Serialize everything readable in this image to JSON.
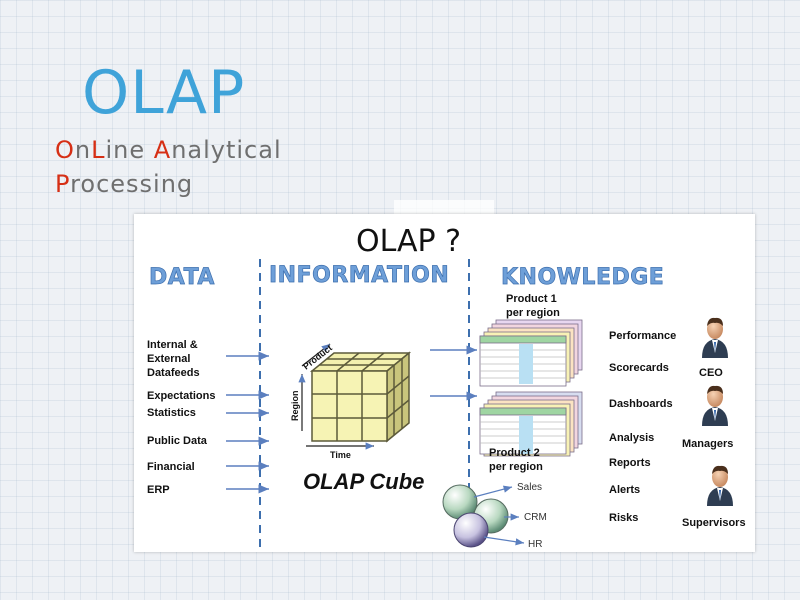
{
  "slide": {
    "title": "OLAP",
    "subtitle": {
      "line1": [
        {
          "text": "O",
          "highlight": true
        },
        {
          "text": "n",
          "highlight": false
        },
        {
          "text": "L",
          "highlight": true
        },
        {
          "text": "ine ",
          "highlight": false
        },
        {
          "text": "A",
          "highlight": true
        },
        {
          "text": "nalytical",
          "highlight": false
        }
      ],
      "line2": [
        {
          "text": "P",
          "highlight": true
        },
        {
          "text": "rocessing",
          "highlight": false
        }
      ]
    },
    "colors": {
      "title": "#3fa3d9",
      "highlight": "#d62f15",
      "subtitle": "#6f6f6f"
    }
  },
  "diagram": {
    "title": "OLAP ?",
    "sections": {
      "data": "DATA",
      "information": "INFORMATION",
      "knowledge": "KNOWLEDGE"
    },
    "data_sources": [
      {
        "lines": [
          "Internal &",
          "External",
          "Datafeeds"
        ]
      },
      {
        "lines": [
          "Expectations"
        ]
      },
      {
        "lines": [
          "Statistics"
        ]
      },
      {
        "lines": [
          "Public Data"
        ]
      },
      {
        "lines": [
          "Financial"
        ]
      },
      {
        "lines": [
          "ERP"
        ]
      }
    ],
    "cube": {
      "label": "OLAP Cube",
      "axes": {
        "product": "Product",
        "region": "Region",
        "time": "Time"
      }
    },
    "reports": {
      "product1": [
        "Product 1",
        "per region"
      ],
      "product2": [
        "Product 2",
        "per region"
      ]
    },
    "bubbles": [
      "Sales",
      "CRM",
      "HR"
    ],
    "knowledge_items": [
      "Performance",
      "Scorecards",
      "Dashboards",
      "Analysis",
      "Reports",
      "Alerts",
      "Risks"
    ],
    "roles": [
      "CEO",
      "Managers",
      "Supervisors"
    ]
  }
}
